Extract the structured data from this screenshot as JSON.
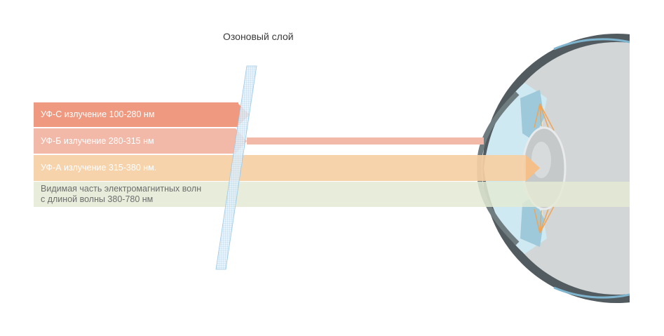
{
  "ozone_label": "Озоновый слой",
  "bands": [
    {
      "id": "uvc",
      "label": "УФ-С излучение 100-280 нм",
      "color": "#ef9a80"
    },
    {
      "id": "uvb",
      "label": "УФ-Б излучение 280-315 нм",
      "color": "#f3b9a8"
    },
    {
      "id": "uva",
      "label": "УФ-А излучение 315-380 нм.",
      "color": "#f6cfa4"
    },
    {
      "id": "visible",
      "label_lines": [
        "Видимая часть электромагнитных волн",
        "с длиной волны 380-780 нм"
      ],
      "color": "#e3ead4"
    }
  ],
  "colors": {
    "ozone_fill": "#cfe6f4",
    "ozone_line": "#8fc3e3",
    "sclera": "#555f63",
    "eye_inner": "#d2d5d6",
    "cornea": "#c9e7f1",
    "iris": "#9dc9d9",
    "lens": "#c6cacb",
    "ciliary": "#f0a456"
  },
  "icons": [
    "eye-illustration",
    "ozone-layer-mesh",
    "arrow-head"
  ]
}
